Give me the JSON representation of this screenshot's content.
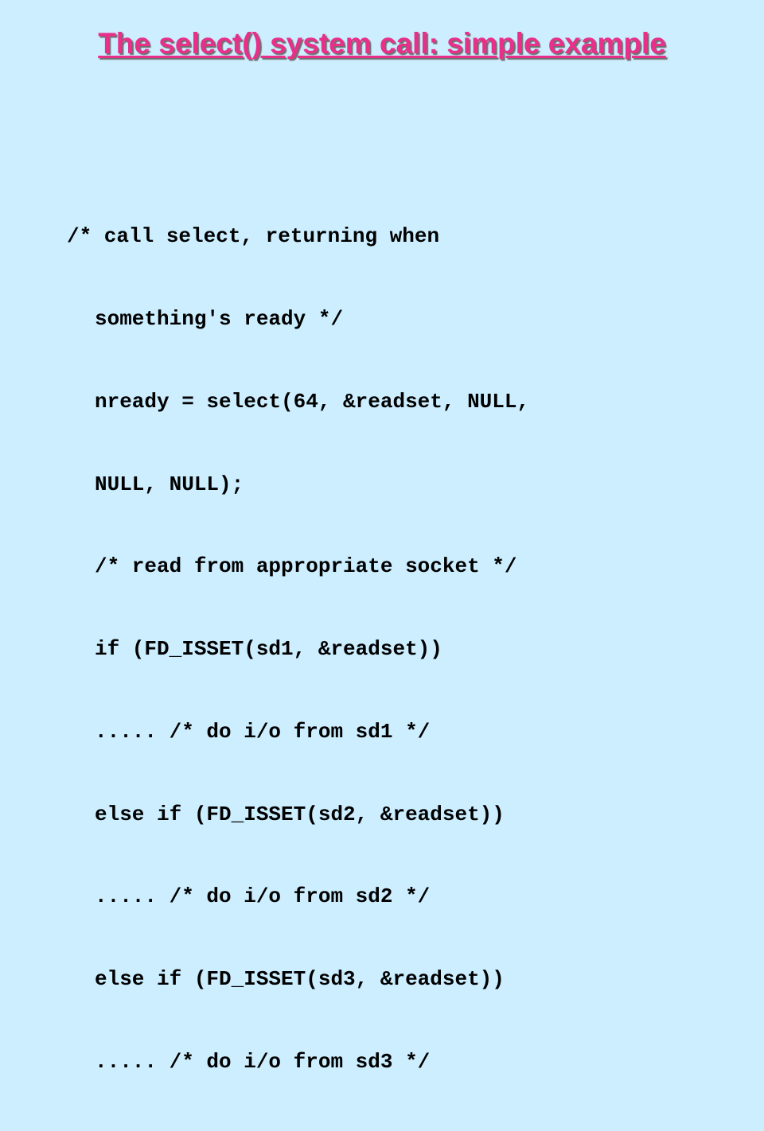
{
  "slide": {
    "title": "The select() system call: simple example",
    "code_lines": [
      "/* call select, returning when",
      "something's ready */",
      "nready = select(64, &readset, NULL,",
      "NULL, NULL);",
      "/* read from appropriate socket */",
      "if (FD_ISSET(sd1, &readset))",
      "..... /* do i/o from sd1 */",
      "else if (FD_ISSET(sd2, &readset))",
      "..... /* do i/o from sd2 */",
      "else if (FD_ISSET(sd3, &readset))",
      "..... /* do i/o from sd3 */"
    ]
  }
}
